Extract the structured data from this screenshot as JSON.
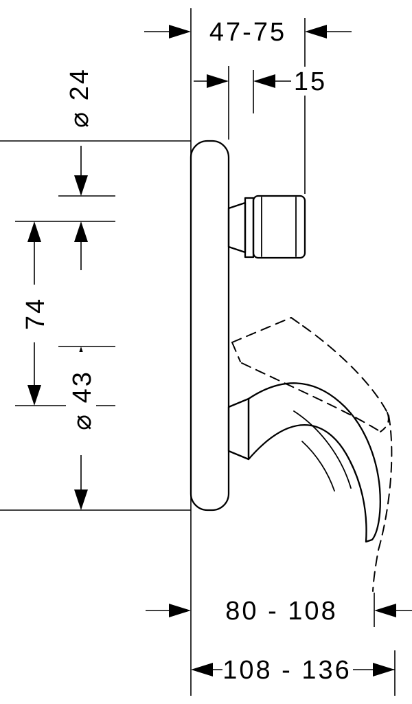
{
  "drawing": {
    "type": "technical-dimension-drawing",
    "subject": "concealed single-lever mixer, side view with escutcheon, control knob and lever handle (solid and dashed swung position)",
    "colors": {
      "line": "#000000",
      "background": "#ffffff"
    },
    "labels": {
      "depth_range": "47-75",
      "sleeve_depth": "15",
      "knob_diameter": "⌀ 24",
      "center_distance": "74",
      "lever_diameter": "⌀ 43",
      "lever_reach_short": "80 - 108",
      "lever_reach_long": "108 - 136"
    }
  }
}
